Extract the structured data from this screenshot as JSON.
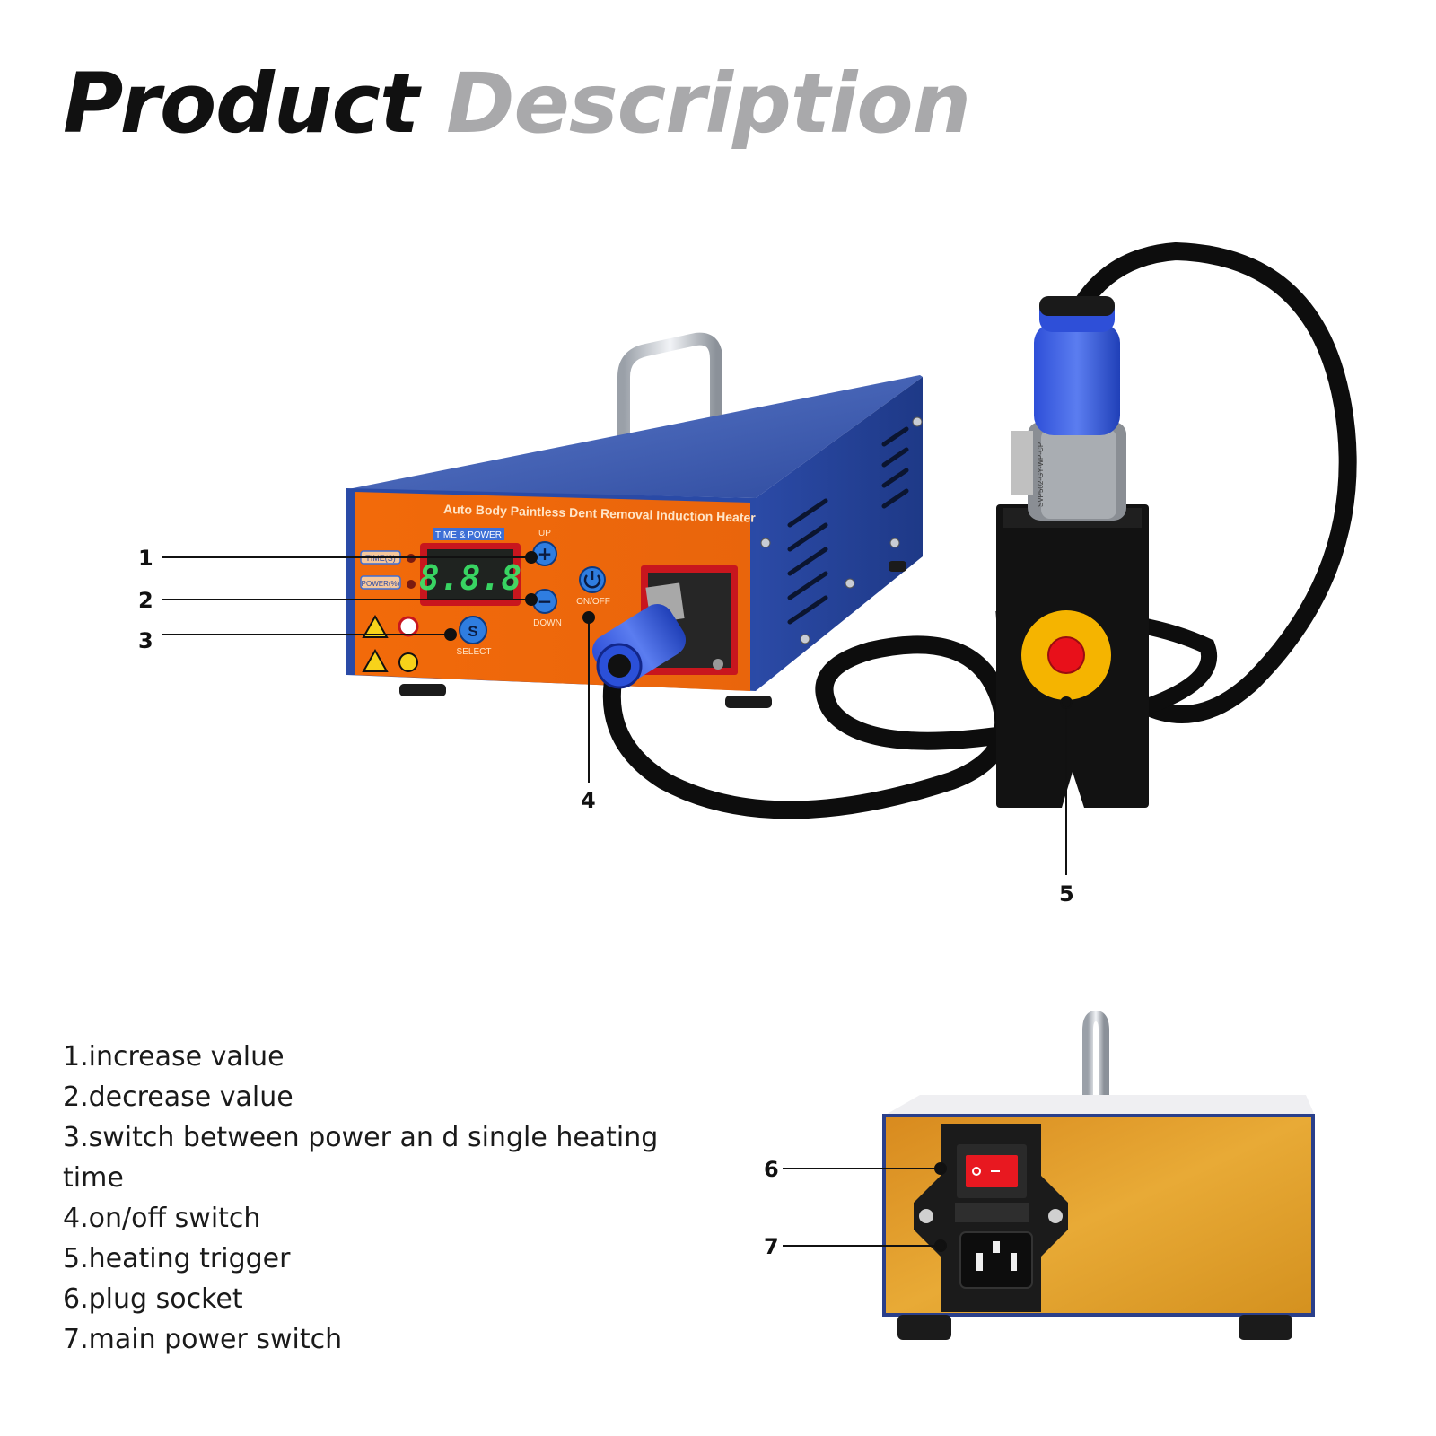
{
  "title": {
    "part1": "Product",
    "part2": "Description"
  },
  "device_front": {
    "brand_text": "Auto Body Paintless Dent Removal Induction Heater",
    "display_header": "TIME & POWER",
    "display_value": "8.8.8",
    "time_label": "TIME(S)",
    "power_label": "POWER(%)",
    "up_label": "UP",
    "down_label": "DOWN",
    "select_label": "SELECT",
    "select_letter": "S",
    "onoff_label": "ON/OFF",
    "plus_symbol": "+",
    "minus_symbol": "−"
  },
  "handpiece": {
    "cable_print": "SVP502-GY-WP-CP"
  },
  "callouts": [
    "1",
    "2",
    "3",
    "4",
    "5",
    "6",
    "7"
  ],
  "descriptions": [
    "1.increase value",
    "2.decrease value",
    "3.switch between power an d single heating time",
    "4.on/off switch",
    "5.heating trigger",
    "6.plug socket",
    "7.main power switch"
  ],
  "colors": {
    "panel_orange": "#f26a0a",
    "chassis_blue": "#2f4fa8",
    "rear_gold": "#e0a22c",
    "display_green": "#3be86a",
    "trigger_yellow": "#f5b400",
    "trigger_red": "#e8101a"
  }
}
